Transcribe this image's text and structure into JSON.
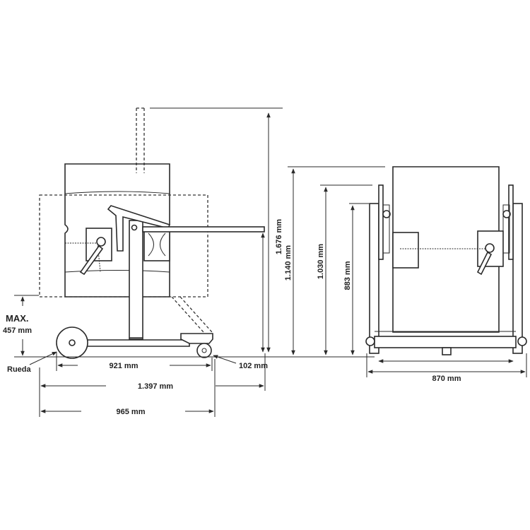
{
  "side_view": {
    "dim_height_total": "1.676 mm",
    "dim_max_label_top": "MAX.",
    "dim_max_label_bottom": "457 mm",
    "wheel_label": "Rueda",
    "dim_wheelbase": "921 mm",
    "dim_caster": "102 mm",
    "dim_length_total": "1.397 mm",
    "dim_base_length": "965 mm"
  },
  "front_view": {
    "dim_height_1": "1.140 mm",
    "dim_height_2": "1.030 mm",
    "dim_height_3": "883 mm",
    "dim_width": "870 mm"
  }
}
